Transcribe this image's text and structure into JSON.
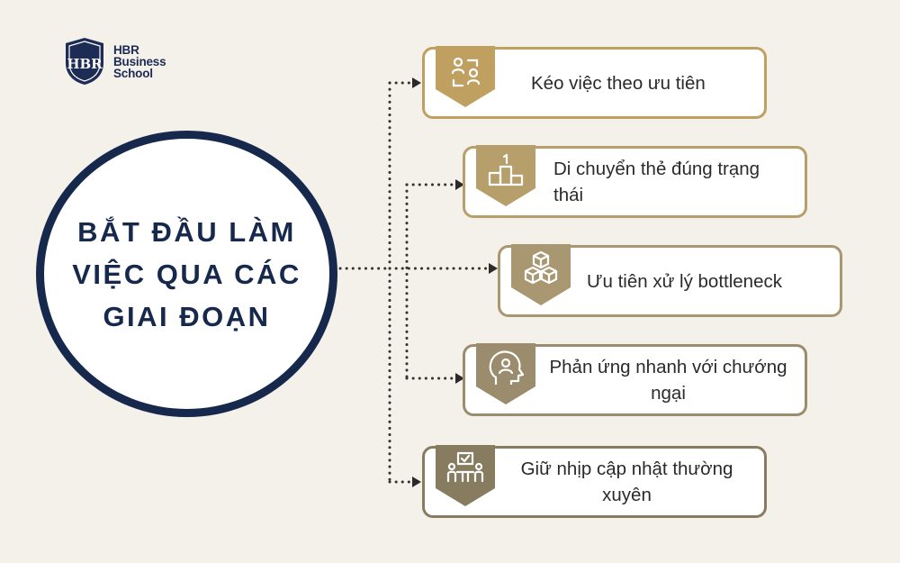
{
  "brand": {
    "monogram": "HBR",
    "line1": "HBR",
    "line2": "Business",
    "line3": "School"
  },
  "hub": {
    "title": "BẮT ĐẦU LÀM VIỆC QUA CÁC GIAI ĐOẠN"
  },
  "steps": [
    {
      "label": "Kéo việc theo ưu tiên",
      "icon": "people-swap-icon",
      "color": "#c0a060"
    },
    {
      "label": "Di chuyển thẻ đúng trạng thái",
      "icon": "podium-icon",
      "color": "#b79f6b"
    },
    {
      "label": "Ưu tiên xử lý bottleneck",
      "icon": "boxes-icon",
      "color": "#a99771"
    },
    {
      "label": "Phản ứng nhanh với chướng ngại",
      "icon": "head-person-icon",
      "color": "#9a8c6c"
    },
    {
      "label": "Giữ nhịp cập nhật thường xuyên",
      "icon": "team-meeting-icon",
      "color": "#877b60"
    }
  ],
  "colors": {
    "navy": "#16294d",
    "background": "#f4f0ea"
  }
}
